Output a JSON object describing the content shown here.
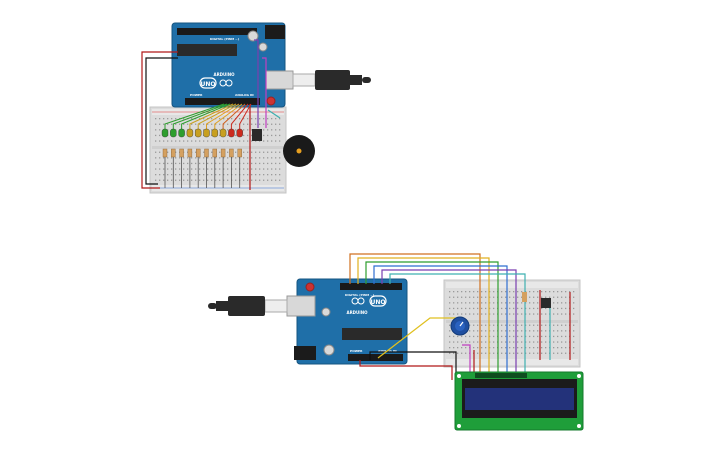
{
  "circuit_top": {
    "board_logo": "UNO",
    "board_brand": "ARDUINO",
    "board_digital_label": "DIGITAL (PWM ~)",
    "board_power_label": "POWER",
    "board_analog_label": "ANALOG IN",
    "led_colors": [
      "#2e9e2e",
      "#2e9e2e",
      "#2e9e2e",
      "#c8a020",
      "#c8a020",
      "#c8a020",
      "#c8a020",
      "#c8a020",
      "#cc2b1f",
      "#cc2b1f"
    ],
    "wire_colors": [
      "#2e9e2e",
      "#2e9e2e",
      "#2e9e2e",
      "#c8a020",
      "#c8a020",
      "#e0a020",
      "#e0a020",
      "#d06020",
      "#cc2b1f",
      "#cc2b1f"
    ]
  },
  "circuit_bottom": {
    "board_logo": "UNO",
    "board_brand": "ARDUINO",
    "board_digital_label": "DIGITAL (PWM ~)",
    "board_power_label": "POWER",
    "board_analog_label": "ANALOG IN",
    "lcd_wire_colors": [
      "#d07020",
      "#e0b020",
      "#2e9e2e",
      "#2f6fd0",
      "#7a3fb0",
      "#3fb0b0"
    ]
  }
}
